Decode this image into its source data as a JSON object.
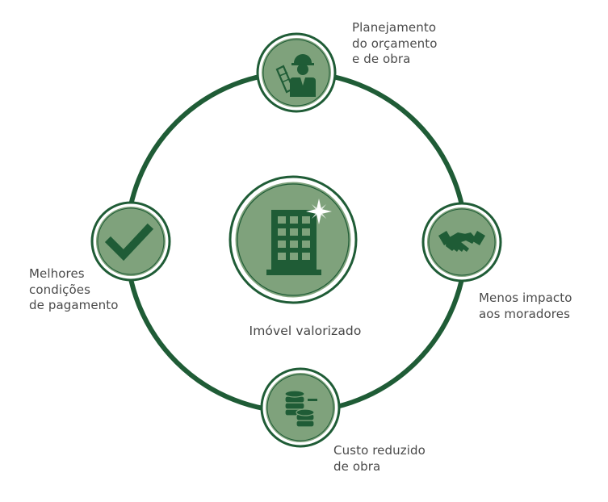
{
  "colors": {
    "ring": "#1f5c36",
    "node_fill": "#7fa27c",
    "node_border": "#1f5c36",
    "icon": "#1f5c36",
    "text": "#4a4a4a"
  },
  "center": {
    "icon": "building-icon",
    "label": "Imóvel valorizado"
  },
  "nodes": {
    "top": {
      "icon": "engineer-icon",
      "label_lines": [
        "Planejamento",
        "do orçamento",
        "e de obra"
      ]
    },
    "right": {
      "icon": "handshake-icon",
      "label_lines": [
        "Menos impacto",
        "aos moradores"
      ]
    },
    "bottom": {
      "icon": "coins-icon",
      "label_lines": [
        "Custo reduzido",
        "de obra"
      ]
    },
    "left": {
      "icon": "checkmark-icon",
      "label_lines": [
        "Melhores",
        "condições",
        "de pagamento"
      ]
    }
  }
}
